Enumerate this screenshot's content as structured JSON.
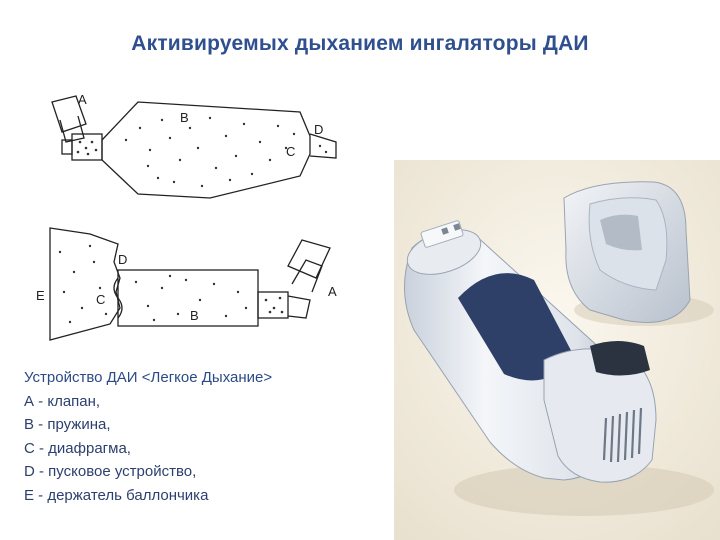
{
  "title": "Активируемых дыханием ингаляторы ДАИ",
  "diagram_top": {
    "label_a": "A",
    "label_b": "B",
    "label_c": "C",
    "label_d": "D"
  },
  "diagram_bottom": {
    "label_a": "A",
    "label_b": "B",
    "label_c": "C",
    "label_d": "D",
    "label_e": "E"
  },
  "caption": {
    "title": "Устройство ДАИ <Легкое Дыхание>",
    "items": [
      "А - клапан,",
      "В - пружина,",
      "С - диафрагма,",
      "D - пусковое устройство,",
      "Е - держатель баллончика"
    ]
  }
}
